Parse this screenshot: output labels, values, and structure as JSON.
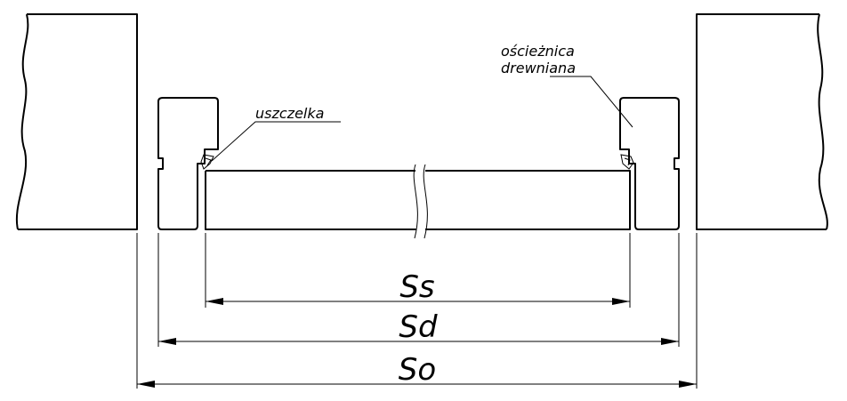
{
  "labels": {
    "gasket": "uszczelka",
    "frame_line1": "ościeżnica",
    "frame_line2": "drewniana"
  },
  "dimensions": {
    "sash_width": "Ss",
    "door_width": "Sd",
    "opening_width": "So"
  }
}
